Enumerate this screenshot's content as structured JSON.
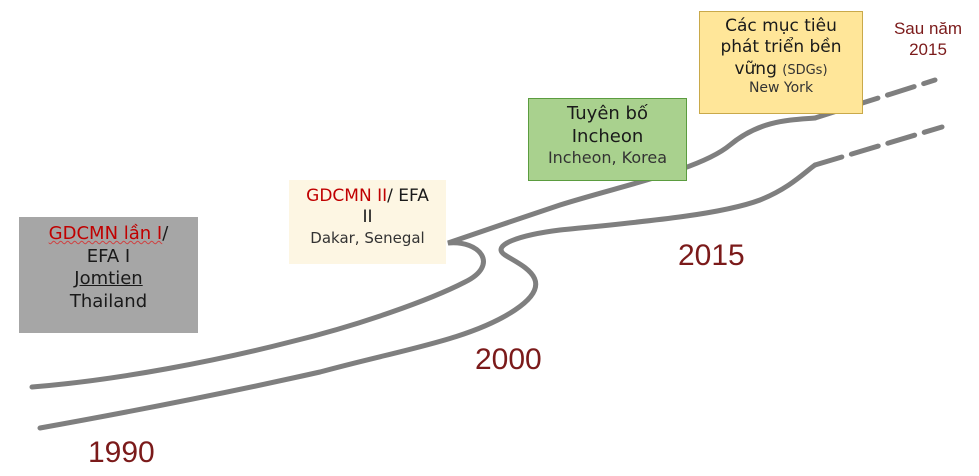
{
  "milestones": {
    "efa1": {
      "title_red": "GDCMN lần I",
      "title_rest": "/",
      "line2": "EFA I",
      "place1": "Jomtien",
      "place2": "Thailand"
    },
    "efa2": {
      "title_red": "GDCMN II",
      "title_rest": "/ EFA",
      "line2": "II",
      "place": "Dakar, Senegal"
    },
    "incheon": {
      "line1": "Tuyên bố",
      "line2": "Incheon",
      "place": "Incheon, Korea"
    },
    "sdg": {
      "line1": "Các mục tiêu",
      "line2": "phát triển bền",
      "line3": "vững",
      "abbr": "(SDGs)",
      "place": "New York"
    }
  },
  "years": {
    "y1990": "1990",
    "y2000": "2000",
    "y2015": "2015",
    "after_line1": "Sau năm",
    "after_line2": "2015"
  },
  "colors": {
    "road": "#7f7f7f",
    "year_text": "#7b1a1a",
    "highlight_red": "#c00000"
  }
}
